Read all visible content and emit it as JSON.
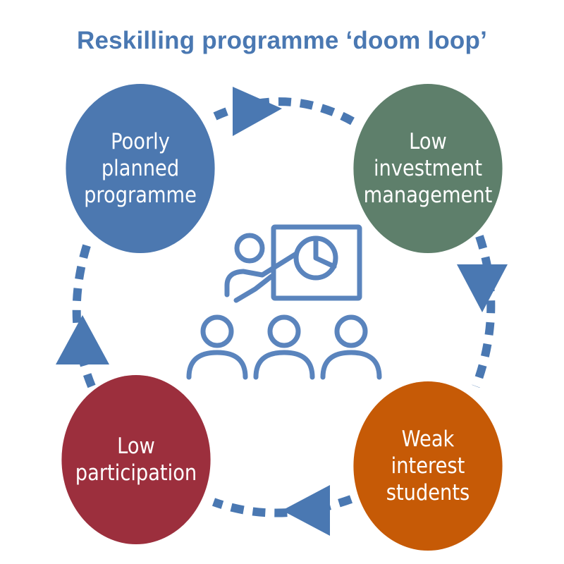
{
  "title": "Reskilling programme ‘doom loop’",
  "colors": {
    "title": "#4a78b2",
    "loop": "#4a78b2",
    "icon": "#5a84bd",
    "stage_1": "#4c78b0",
    "stage_2": "#5e7f6b",
    "stage_3": "#c65a06",
    "stage_4": "#9c2f3d"
  },
  "stages": [
    {
      "lines": [
        "Poorly",
        "planned",
        "programme"
      ]
    },
    {
      "lines": [
        "Low",
        "investment",
        "management"
      ]
    },
    {
      "lines": [
        "Weak",
        "interest",
        "students"
      ]
    },
    {
      "lines": [
        "Low",
        "participation"
      ]
    }
  ],
  "center_icon": "presentation-audience-icon"
}
